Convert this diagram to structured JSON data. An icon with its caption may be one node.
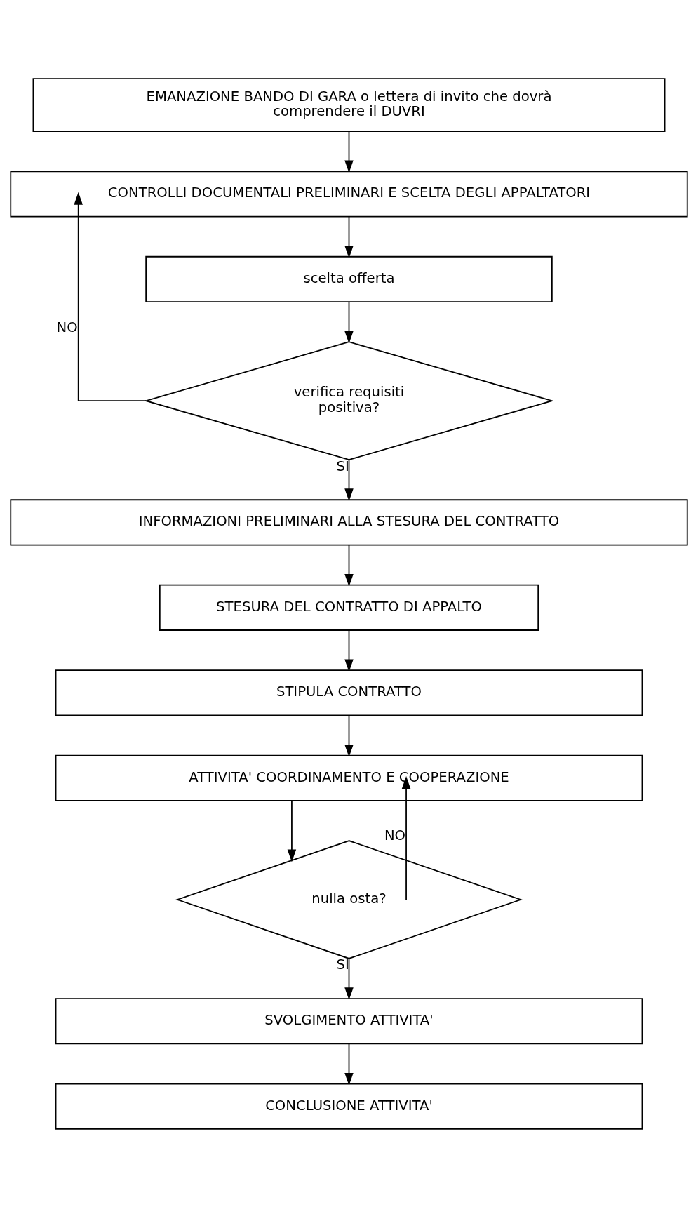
{
  "diagram": {
    "nodes": [
      {
        "text": [
          "EMANAZIONE BANDO DI GARA o lettera di invito che dovrà comprendere il DUVRI"
        ]
      },
      {
        "text": [
          "CONTROLLI DOCUMENTALI PRELIMINARI E SCELTA DEGLI APPALTATORI"
        ]
      },
      {
        "text": [
          "scelta offerta"
        ]
      },
      {
        "text": [
          "verifica requisiti positiva?"
        ]
      },
      {
        "text": [
          "INFORMAZIONI PRELIMINARI ALLA STESURA DEL CONTRATTO"
        ]
      },
      {
        "text": [
          "STESURA DEL CONTRATTO DI APPALTO"
        ]
      },
      {
        "text": [
          "STIPULA CONTRATTO"
        ]
      },
      {
        "text": [
          "ATTIVITA' COORDINAMENTO E COOPERAZIONE"
        ]
      },
      {
        "text": [
          "nulla osta?"
        ]
      },
      {
        "text": [
          "SVOLGIMENTO ATTIVITA'"
        ]
      },
      {
        "text": [
          "CONCLUSIONE ATTIVITA'"
        ]
      }
    ],
    "edges": [
      {
        "from": 0,
        "to": 1,
        "arrow": "to"
      },
      {
        "from": 1,
        "to": 2,
        "arrow": "to"
      },
      {
        "from": 2,
        "to": 3,
        "arrow": "to"
      },
      {
        "from": 3,
        "to": 1,
        "arrow": "to",
        "label": "NO"
      },
      {
        "from": 3,
        "to": 4,
        "arrow": "to",
        "label": "SI"
      },
      {
        "from": 4,
        "to": 5,
        "arrow": "to"
      },
      {
        "from": 5,
        "to": 6,
        "arrow": "to"
      },
      {
        "from": 6,
        "to": 7,
        "arrow": "to"
      },
      {
        "from": 7,
        "to": 8,
        "arrow": "to"
      },
      {
        "from": 8,
        "to": 7,
        "arrow": "to",
        "label": "NO"
      },
      {
        "from": 8,
        "to": 9,
        "arrow": "to",
        "label": "SI"
      },
      {
        "from": 9,
        "to": 10,
        "arrow": "to"
      }
    ]
  }
}
